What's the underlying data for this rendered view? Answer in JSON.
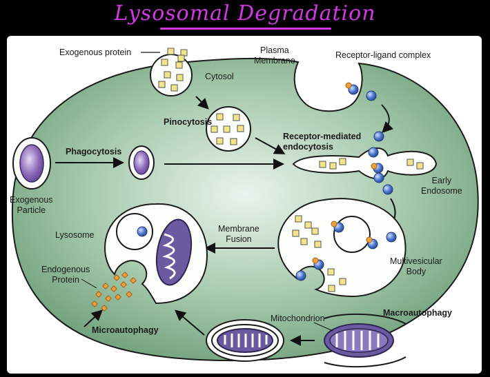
{
  "title": "Lysosomal Degradation",
  "labels": {
    "exogenous_protein": "Exogenous protein",
    "cytosol": "Cytosol",
    "plasma_membrane": "Plasma\nMembrane",
    "receptor_ligand": "Receptor-ligand complex",
    "pinocytosis": "Pinocytosis",
    "phagocytosis": "Phagocytosis",
    "receptor_mediated": "Receptor-mediated\nendocytosis",
    "exogenous_particle": "Exogenous\nParticle",
    "early_endosome": "Early\nEndosome",
    "lysosome": "Lysosome",
    "membrane_fusion": "Membrane\nFusion",
    "multivesicular_body": "Multivesicular\nBody",
    "endogenous_protein": "Endogenous\nProtein",
    "microautophagy": "Microautophagy",
    "macroautophagy": "Macroautophagy",
    "mitochondrion": "Mitochondrion"
  },
  "colors": {
    "cell_fill": "#6fa07a",
    "cell_center": "#e6f1e8",
    "membrane": "#1a1a1a",
    "vesicle_fill": "#fbfdf8",
    "cargo_yellow": "#f3e58c",
    "receptor_blue": "#4a73c8",
    "ligand_orange": "#f0a040",
    "particle_purple": "#8a65b8",
    "mito_purple": "#6a5aa0",
    "title_magenta": "#d536e6"
  }
}
